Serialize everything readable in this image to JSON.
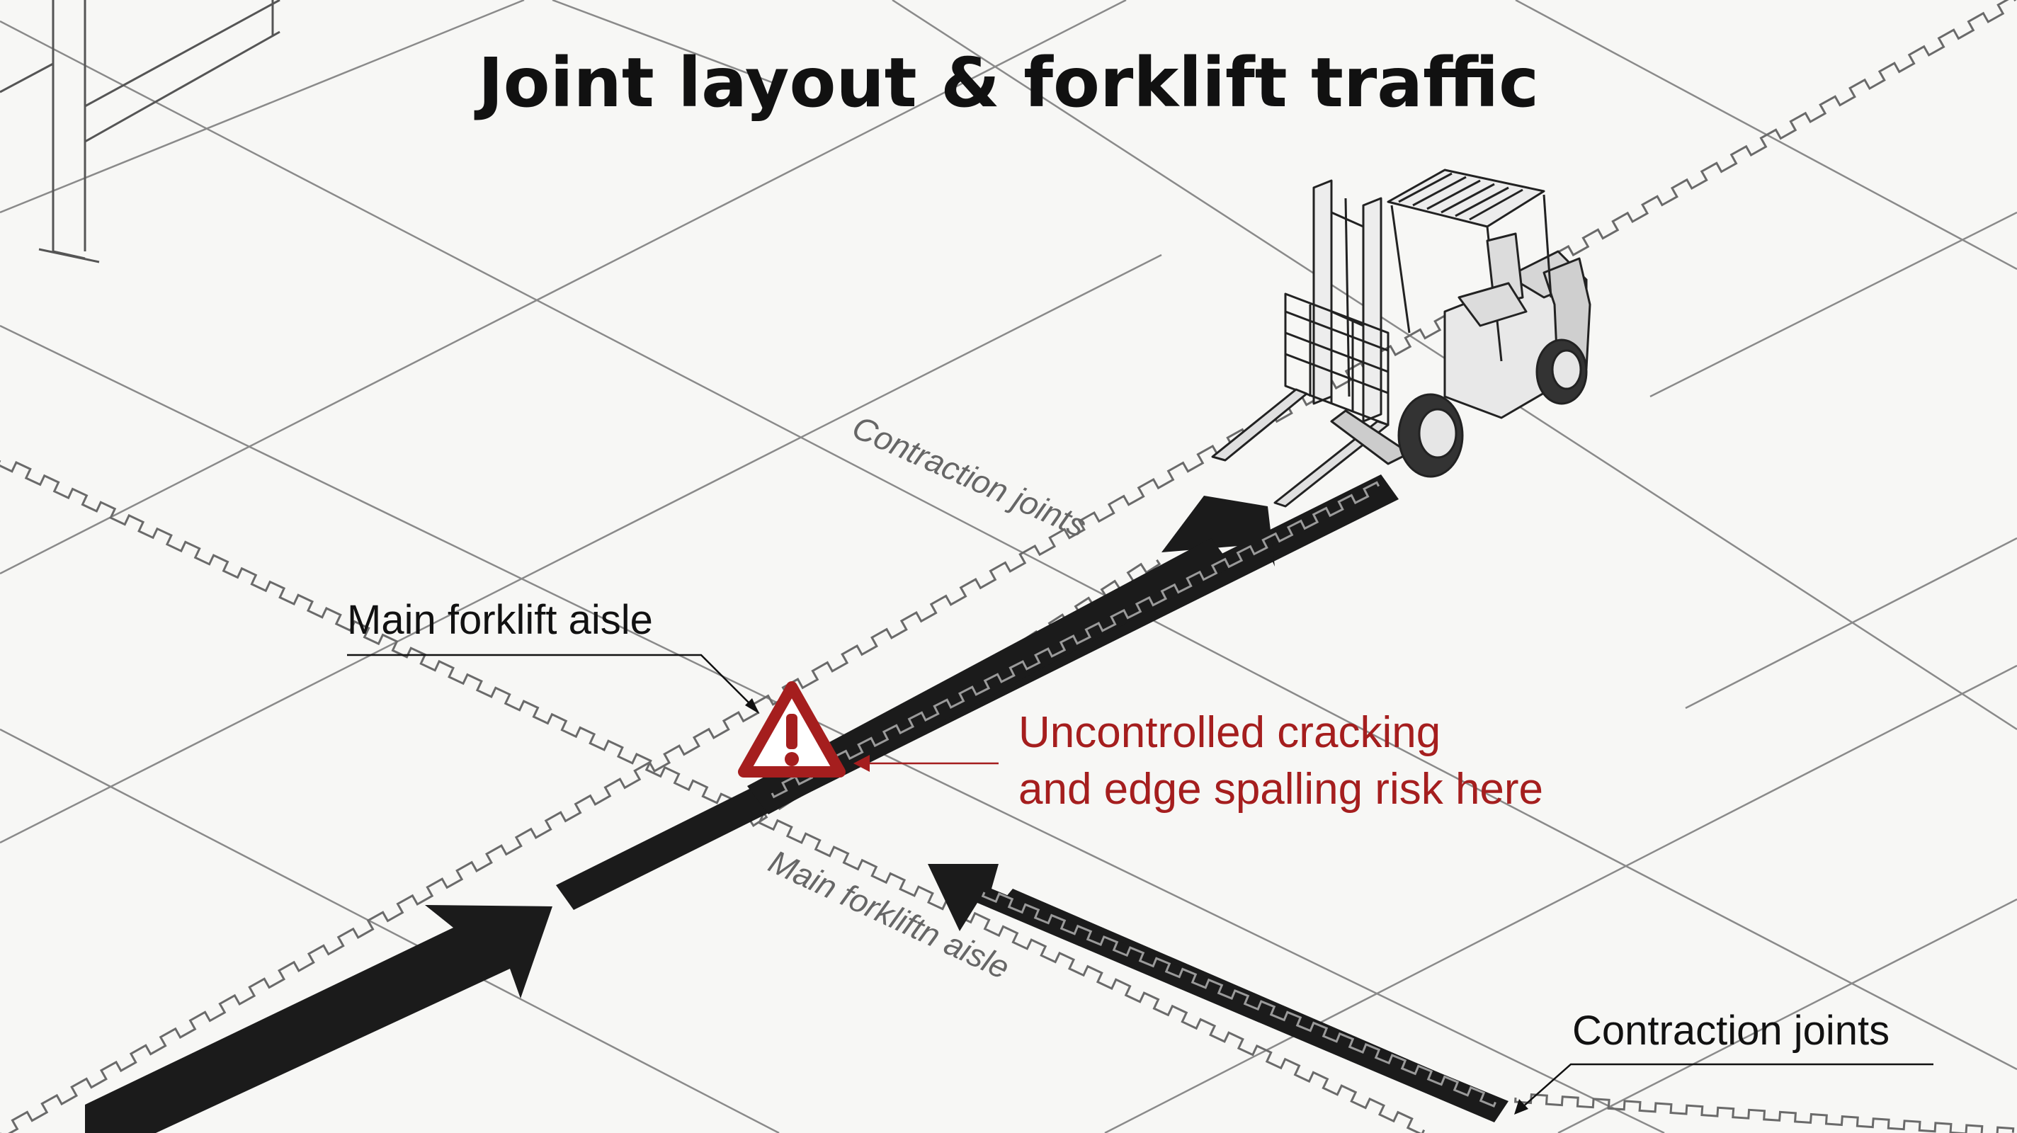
{
  "title": "Joint layout & forklift traffic",
  "labels": {
    "contraction_joints_upper": "Contraction joints",
    "main_aisle_upper": "Main forklift aisle",
    "warning_line1": "Uncontrolled cracking",
    "warning_line2": "and edge spalling risk here",
    "main_aisle_lower": "Main forkliftn aisle",
    "contraction_joints_lower": "Contraction joints"
  },
  "colors": {
    "background": "#f7f7f5",
    "joint_line": "#6a6a6a",
    "arrow": "#1b1b1b",
    "warning": "#a51e1e",
    "text": "#111111",
    "faded_text": "#666666"
  },
  "icons": [
    "warning-triangle-icon",
    "forklift-illustration"
  ]
}
